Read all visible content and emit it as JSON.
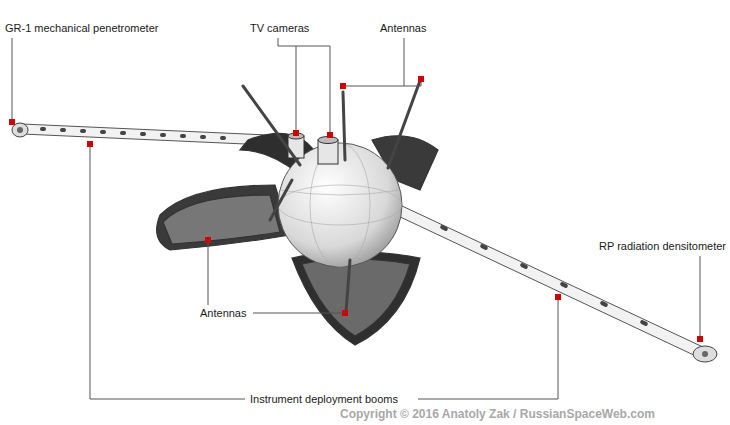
{
  "diagram": {
    "labels": [
      "GR-1 mechanical penetrometer",
      "TV cameras",
      "Antennas",
      "RP radiation densitometer",
      "Antennas",
      "Instrument deployment booms",
      "Copyright © 2016 Anatoly Zak / RussianSpaceWeb.com"
    ]
  }
}
